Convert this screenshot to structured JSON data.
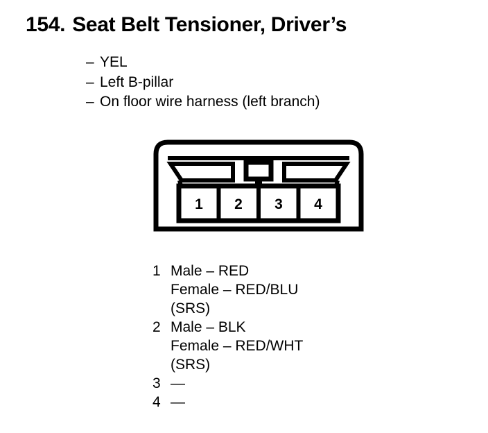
{
  "document": {
    "entry_number": "154.",
    "title": "Seat Belt Tensioner, Driver’s",
    "attributes": [
      {
        "dash": "–",
        "text": "YEL"
      },
      {
        "dash": "–",
        "text": "Left B-pillar"
      },
      {
        "dash": "–",
        "text": "On floor wire harness (left branch)"
      }
    ]
  },
  "connector": {
    "pin_labels": [
      "1",
      "2",
      "3",
      "4"
    ],
    "stroke_color": "#000000",
    "fill_color": "#ffffff"
  },
  "pin_legend": [
    {
      "pin": "1",
      "lines": [
        "Male – RED",
        "Female – RED/BLU",
        "(SRS)"
      ]
    },
    {
      "pin": "2",
      "lines": [
        "Male – BLK",
        "Female – RED/WHT",
        "(SRS)"
      ]
    },
    {
      "pin": "3",
      "lines": [
        "—"
      ]
    },
    {
      "pin": "4",
      "lines": [
        "—"
      ]
    }
  ]
}
